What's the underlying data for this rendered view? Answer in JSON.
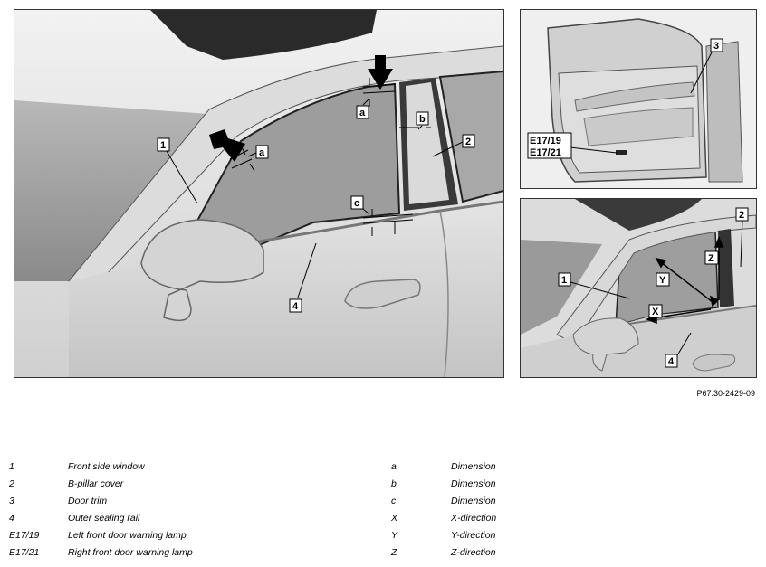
{
  "figure_code": "P67.30-2429-09",
  "main_callouts": {
    "c1": "1",
    "c2": "2",
    "c4": "4",
    "ca_left": "a",
    "ca_top": "a",
    "cb": "b",
    "cc": "c"
  },
  "top_right_callouts": {
    "c3": "3",
    "e1719": "E17/19",
    "e1721": "E17/21"
  },
  "bottom_right_callouts": {
    "c1": "1",
    "c2": "2",
    "c4": "4",
    "x": "X",
    "y": "Y",
    "z": "Z"
  },
  "legend_left": [
    {
      "key": "1",
      "desc": "Front side window"
    },
    {
      "key": "2",
      "desc": "B-pillar cover"
    },
    {
      "key": "3",
      "desc": "Door trim"
    },
    {
      "key": "4",
      "desc": "Outer sealing rail"
    },
    {
      "key": "E17/19",
      "desc": "Left front door warning lamp"
    },
    {
      "key": "E17/21",
      "desc": "Right front door warning lamp"
    }
  ],
  "legend_right": [
    {
      "key": "a",
      "desc": "Dimension"
    },
    {
      "key": "b",
      "desc": "Dimension"
    },
    {
      "key": "c",
      "desc": "Dimension"
    },
    {
      "key": "X",
      "desc": "X-direction"
    },
    {
      "key": "Y",
      "desc": "Y-direction"
    },
    {
      "key": "Z",
      "desc": "Z-direction"
    }
  ]
}
